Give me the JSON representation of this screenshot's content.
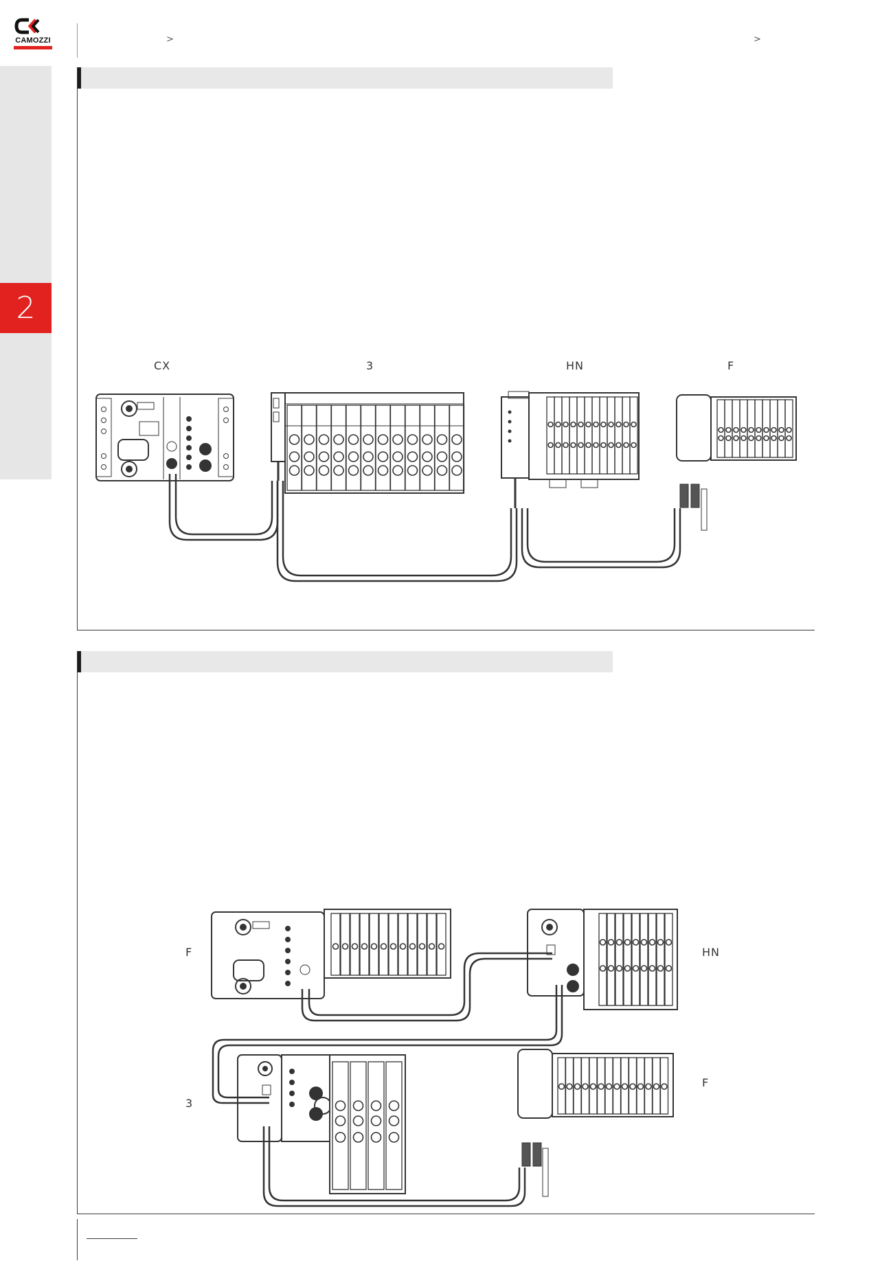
{
  "header": {
    "brand": "CAMOZZI",
    "chevron": ">",
    "colors": {
      "accent": "#e1221f",
      "sidebar": "#e6e6e6",
      "section_bar": "#e8e8e8",
      "line": "#3a3a3a"
    }
  },
  "sidebar": {
    "chapter_number": "2"
  },
  "sections": [
    {
      "labels": [
        "CX",
        "3",
        "HN",
        "F"
      ]
    },
    {
      "labels": [
        "F",
        "HN",
        "3",
        "F"
      ]
    }
  ]
}
